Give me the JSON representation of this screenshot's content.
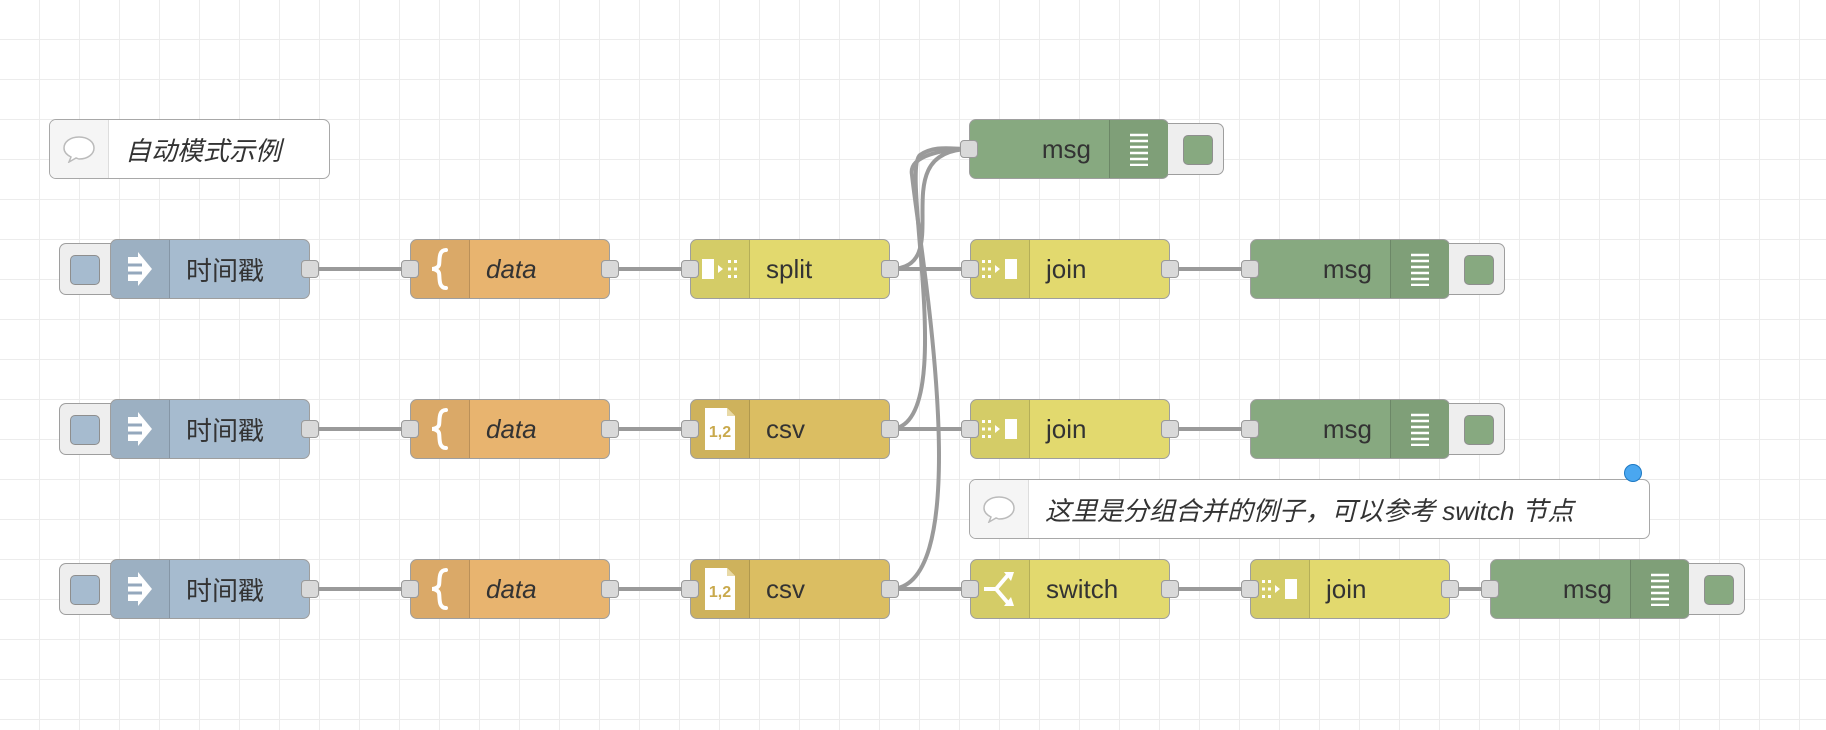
{
  "colors": {
    "inject": "#a6bbcf",
    "change": "#e5a45b",
    "split_join_switch": "#e2d96e",
    "csv": "#dbbe62",
    "debug": "#87a980",
    "comment": "#ffffff",
    "wire": "#9a9a9a",
    "changed_indicator": "#4aa7f0"
  },
  "comments": [
    {
      "id": "c1",
      "label": "自动模式示例",
      "icon": "comment-icon"
    },
    {
      "id": "c2",
      "label": "这里是分组合并的例子，可以参考 switch 节点",
      "icon": "comment-icon",
      "changed": true
    }
  ],
  "nodes": [
    {
      "id": "inj1",
      "type": "inject",
      "label": "时间戳",
      "icon": "arrow-in-icon"
    },
    {
      "id": "chg1",
      "type": "change",
      "label": "data",
      "icon": "brace-icon"
    },
    {
      "id": "spl1",
      "type": "split",
      "label": "split",
      "icon": "split-icon"
    },
    {
      "id": "dbg0",
      "type": "debug",
      "label": "msg",
      "icon": "debug-list-icon"
    },
    {
      "id": "joi1",
      "type": "join",
      "label": "join",
      "icon": "join-icon"
    },
    {
      "id": "dbg1",
      "type": "debug",
      "label": "msg",
      "icon": "debug-list-icon"
    },
    {
      "id": "inj2",
      "type": "inject",
      "label": "时间戳",
      "icon": "arrow-in-icon"
    },
    {
      "id": "chg2",
      "type": "change",
      "label": "data",
      "icon": "brace-icon"
    },
    {
      "id": "csv2",
      "type": "csv",
      "label": "csv",
      "icon": "csv-icon",
      "icon_text": "1,2"
    },
    {
      "id": "joi2",
      "type": "join",
      "label": "join",
      "icon": "join-icon"
    },
    {
      "id": "dbg2",
      "type": "debug",
      "label": "msg",
      "icon": "debug-list-icon"
    },
    {
      "id": "inj3",
      "type": "inject",
      "label": "时间戳",
      "icon": "arrow-in-icon"
    },
    {
      "id": "chg3",
      "type": "change",
      "label": "data",
      "icon": "brace-icon"
    },
    {
      "id": "csv3",
      "type": "csv",
      "label": "csv",
      "icon": "csv-icon",
      "icon_text": "1,2"
    },
    {
      "id": "swi3",
      "type": "switch",
      "label": "switch",
      "icon": "switch-icon"
    },
    {
      "id": "joi3",
      "type": "join",
      "label": "join",
      "icon": "join-icon"
    },
    {
      "id": "dbg3",
      "type": "debug",
      "label": "msg",
      "icon": "debug-list-icon"
    }
  ]
}
